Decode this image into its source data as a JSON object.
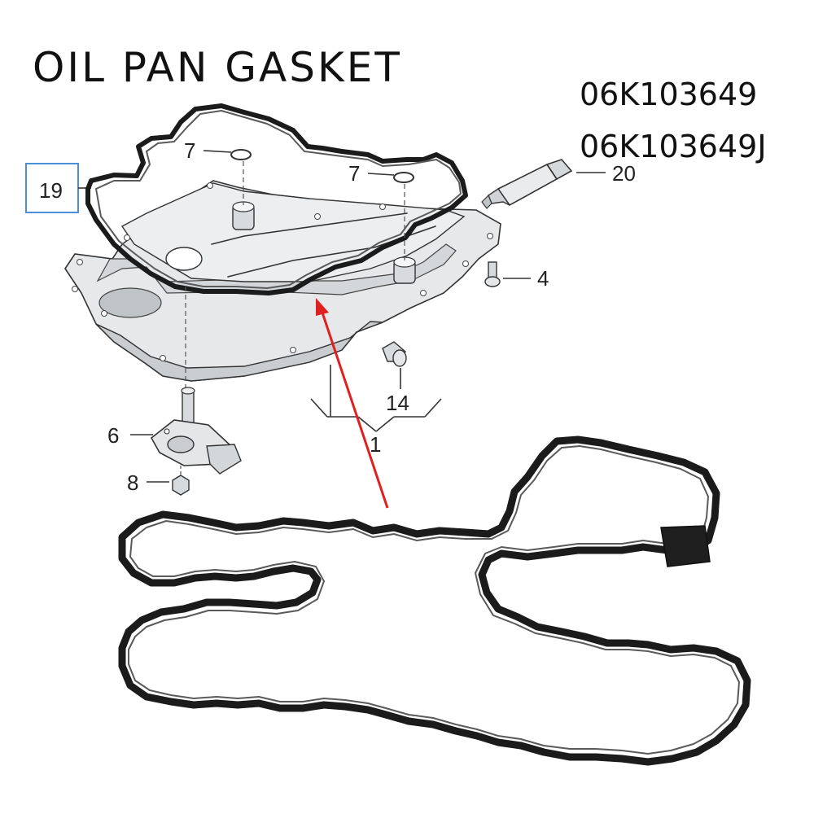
{
  "title": "OIL PAN GASKET",
  "part_numbers": [
    "06K103649",
    "06K103649J"
  ],
  "callouts": {
    "gasket_ref": "19",
    "o_ring_left": "7",
    "o_ring_right": "7",
    "sealant_tube": "20",
    "pan_bolt": "4",
    "drain_plug": "14",
    "oil_pan": "1",
    "oil_level_sensor": "6",
    "sensor_nut": "8"
  },
  "colors": {
    "highlight_box": "#4a90d9",
    "arrow": "#e02020",
    "gasket_rubber": "#1b1b1b",
    "pan_fill": "#e6e8ea",
    "pan_shadow": "#cfd3d6"
  }
}
